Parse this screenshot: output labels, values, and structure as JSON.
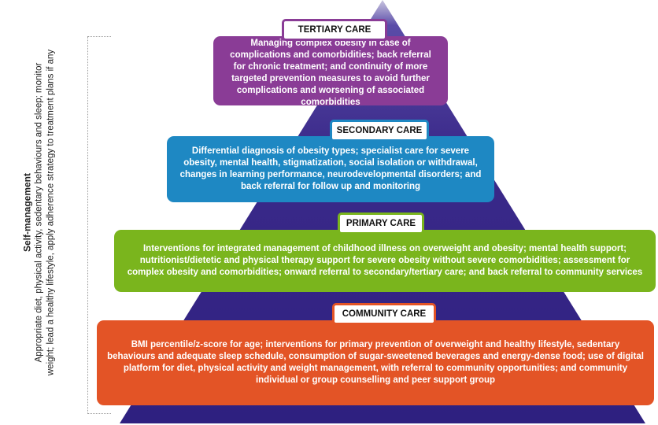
{
  "side_panel": {
    "title": "Self-management",
    "text": "Appropriate diet, physical activity, sedentary behaviours and sleep; monitor weight; lead a healthy lifestyle, apply adherence strategy to treatment plans if any"
  },
  "levels": {
    "tertiary": {
      "label": "TERTIARY CARE",
      "text": "Managing complex obesity in case of complications and comorbidities; back referral for chronic treatment; and continuity of more targeted prevention measures to avoid further complications and worsening of associated comorbidities",
      "color": "#8a3c96"
    },
    "secondary": {
      "label": "SECONDARY  CARE",
      "text": "Differential diagnosis of obesity types; specialist care for severe obesity, mental health, stigmatization, social isolation or withdrawal, changes in learning performance, neurodevelopmental disorders; and back referral for follow up and monitoring",
      "color": "#1e88c3"
    },
    "primary": {
      "label": "PRIMARY CARE",
      "text": "Interventions for integrated management of childhood illness on overweight and obesity; mental health support; nutritionist/dietetic and physical therapy support for severe obesity without severe comorbidities; assessment for complex obesity and comorbidities; onward referral to secondary/tertiary care; and back referral to community services",
      "color": "#7ab51d"
    },
    "community": {
      "label": "COMMUNITY CARE",
      "text": "BMI percentile/z-score for age; interventions for primary prevention of overweight and healthy lifestyle, sedentary behaviours and adequate sleep schedule, consumption of sugar-sweetened beverages and energy-dense food; use of digital platform for diet, physical activity and weight management, with referral to community opportunities; and community individual or group counselling and peer support group",
      "color": "#e35426"
    }
  },
  "pyramid_color": "#3b2a8a"
}
